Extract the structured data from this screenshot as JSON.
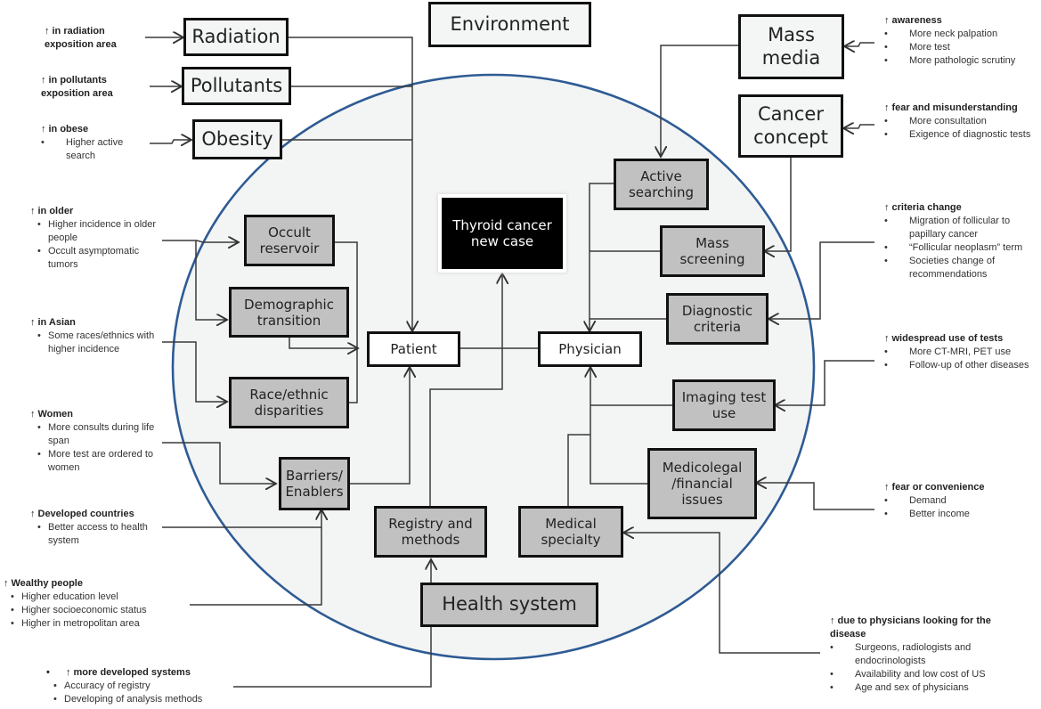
{
  "diagram": {
    "colors": {
      "circle_stroke": "#2e5b94",
      "circle_fill": "#f3f4f4",
      "factor_box_fill": "#c1c1c1",
      "outcome_box_fill": "#000000"
    },
    "domains": {
      "environment": "Environment",
      "health_system": "Health system"
    },
    "outcome": "Thyroid cancer new case",
    "actors": {
      "patient": "Patient",
      "physician": "Physician"
    },
    "environment_factors": {
      "radiation": "Radiation",
      "pollutants": "Pollutants",
      "obesity": "Obesity",
      "mass_media": "Mass media",
      "cancer_concept": "Cancer concept"
    },
    "patient_factors": {
      "occult_reservoir": "Occult reservoir",
      "demographic_transition": "Demographic transition",
      "race_ethnic": "Race/ethnic disparities",
      "barriers_enablers": "Barriers/ Enablers"
    },
    "physician_factors": {
      "active_searching": "Active searching",
      "mass_screening": "Mass screening",
      "diagnostic_criteria": "Diagnostic criteria",
      "imaging_test_use": "Imaging test use",
      "medicolegal": "Medicolegal /financial issues",
      "medical_specialty": "Medical specialty"
    },
    "health_factors": {
      "registry_methods": "Registry and methods"
    },
    "arrow_symbol": "↑",
    "notes": {
      "radiation": {
        "heading": "in radiation exposition area",
        "items": []
      },
      "pollutants": {
        "heading": "in pollutants exposition area",
        "items": []
      },
      "obese": {
        "heading": "in obese",
        "items": [
          "Higher active search"
        ]
      },
      "older": {
        "heading": "in older",
        "items": [
          "Higher incidence in older people",
          "Occult asymptomatic tumors"
        ]
      },
      "asian": {
        "heading": "in Asian",
        "items": [
          "Some races/ethnics with higher incidence"
        ]
      },
      "women": {
        "heading": "Women",
        "items": [
          "More consults during life span",
          "More test are ordered to women"
        ]
      },
      "developed": {
        "heading": "Developed countries",
        "items": [
          "Better access to health system"
        ]
      },
      "wealthy": {
        "heading": "Wealthy people",
        "items": [
          "Higher education level",
          "Higher socioeconomic status",
          "Higher in metropolitan area"
        ]
      },
      "systems": {
        "heading": "more developed systems",
        "items": [
          "Accuracy of registry",
          "Developing of  analysis methods"
        ]
      },
      "awareness": {
        "heading": "awareness",
        "items": [
          "More neck palpation",
          "More test",
          "More pathologic scrutiny"
        ]
      },
      "fear": {
        "heading": "fear and misunderstanding",
        "items": [
          "More consultation",
          "Exigence of diagnostic tests"
        ]
      },
      "criteria": {
        "heading": "criteria change",
        "items": [
          "Migration of follicular to papillary cancer",
          "“Follicular neoplasm” term",
          "Societies change of recommendations"
        ]
      },
      "tests": {
        "heading": "widespread use of tests",
        "items": [
          "More CT-MRI, PET use",
          "Follow-up of other diseases"
        ]
      },
      "convenience": {
        "heading": "fear or convenience",
        "items": [
          "Demand",
          "Better income"
        ]
      },
      "physicians": {
        "heading": "due to physicians looking for the disease",
        "items": [
          "Surgeons, radiologists and endocrinologists",
          "Availability and low cost of US",
          "Age and sex of physicians"
        ]
      }
    }
  }
}
